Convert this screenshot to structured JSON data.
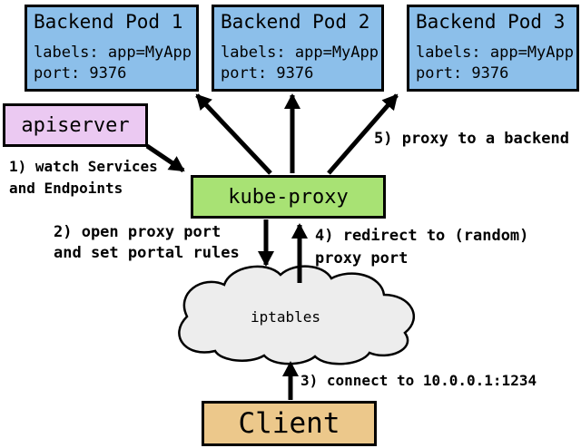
{
  "colors": {
    "pod_fill": "#8CBFEA",
    "apiserver_fill": "#EBC9F2",
    "kube_proxy_fill": "#A8E274",
    "client_fill": "#ECC88B",
    "cloud_fill": "#EDEDED",
    "stroke": "#000000"
  },
  "pods": [
    {
      "title": "Backend Pod 1",
      "labels_line": "labels: app=MyApp",
      "port_line": "port: 9376"
    },
    {
      "title": "Backend Pod 2",
      "labels_line": "labels: app=MyApp",
      "port_line": "port: 9376"
    },
    {
      "title": "Backend Pod 3",
      "labels_line": "labels: app=MyApp",
      "port_line": "port: 9376"
    }
  ],
  "nodes": {
    "apiserver": "apiserver",
    "kube_proxy": "kube-proxy",
    "iptables": "iptables",
    "client": "Client"
  },
  "steps": {
    "step1": "1) watch Services\nand Endpoints",
    "step2": "2) open proxy port\nand set portal rules",
    "step3": "3) connect to 10.0.0.1:1234",
    "step4": "4) redirect to (random)\nproxy port",
    "step5": "5) proxy to a backend"
  }
}
